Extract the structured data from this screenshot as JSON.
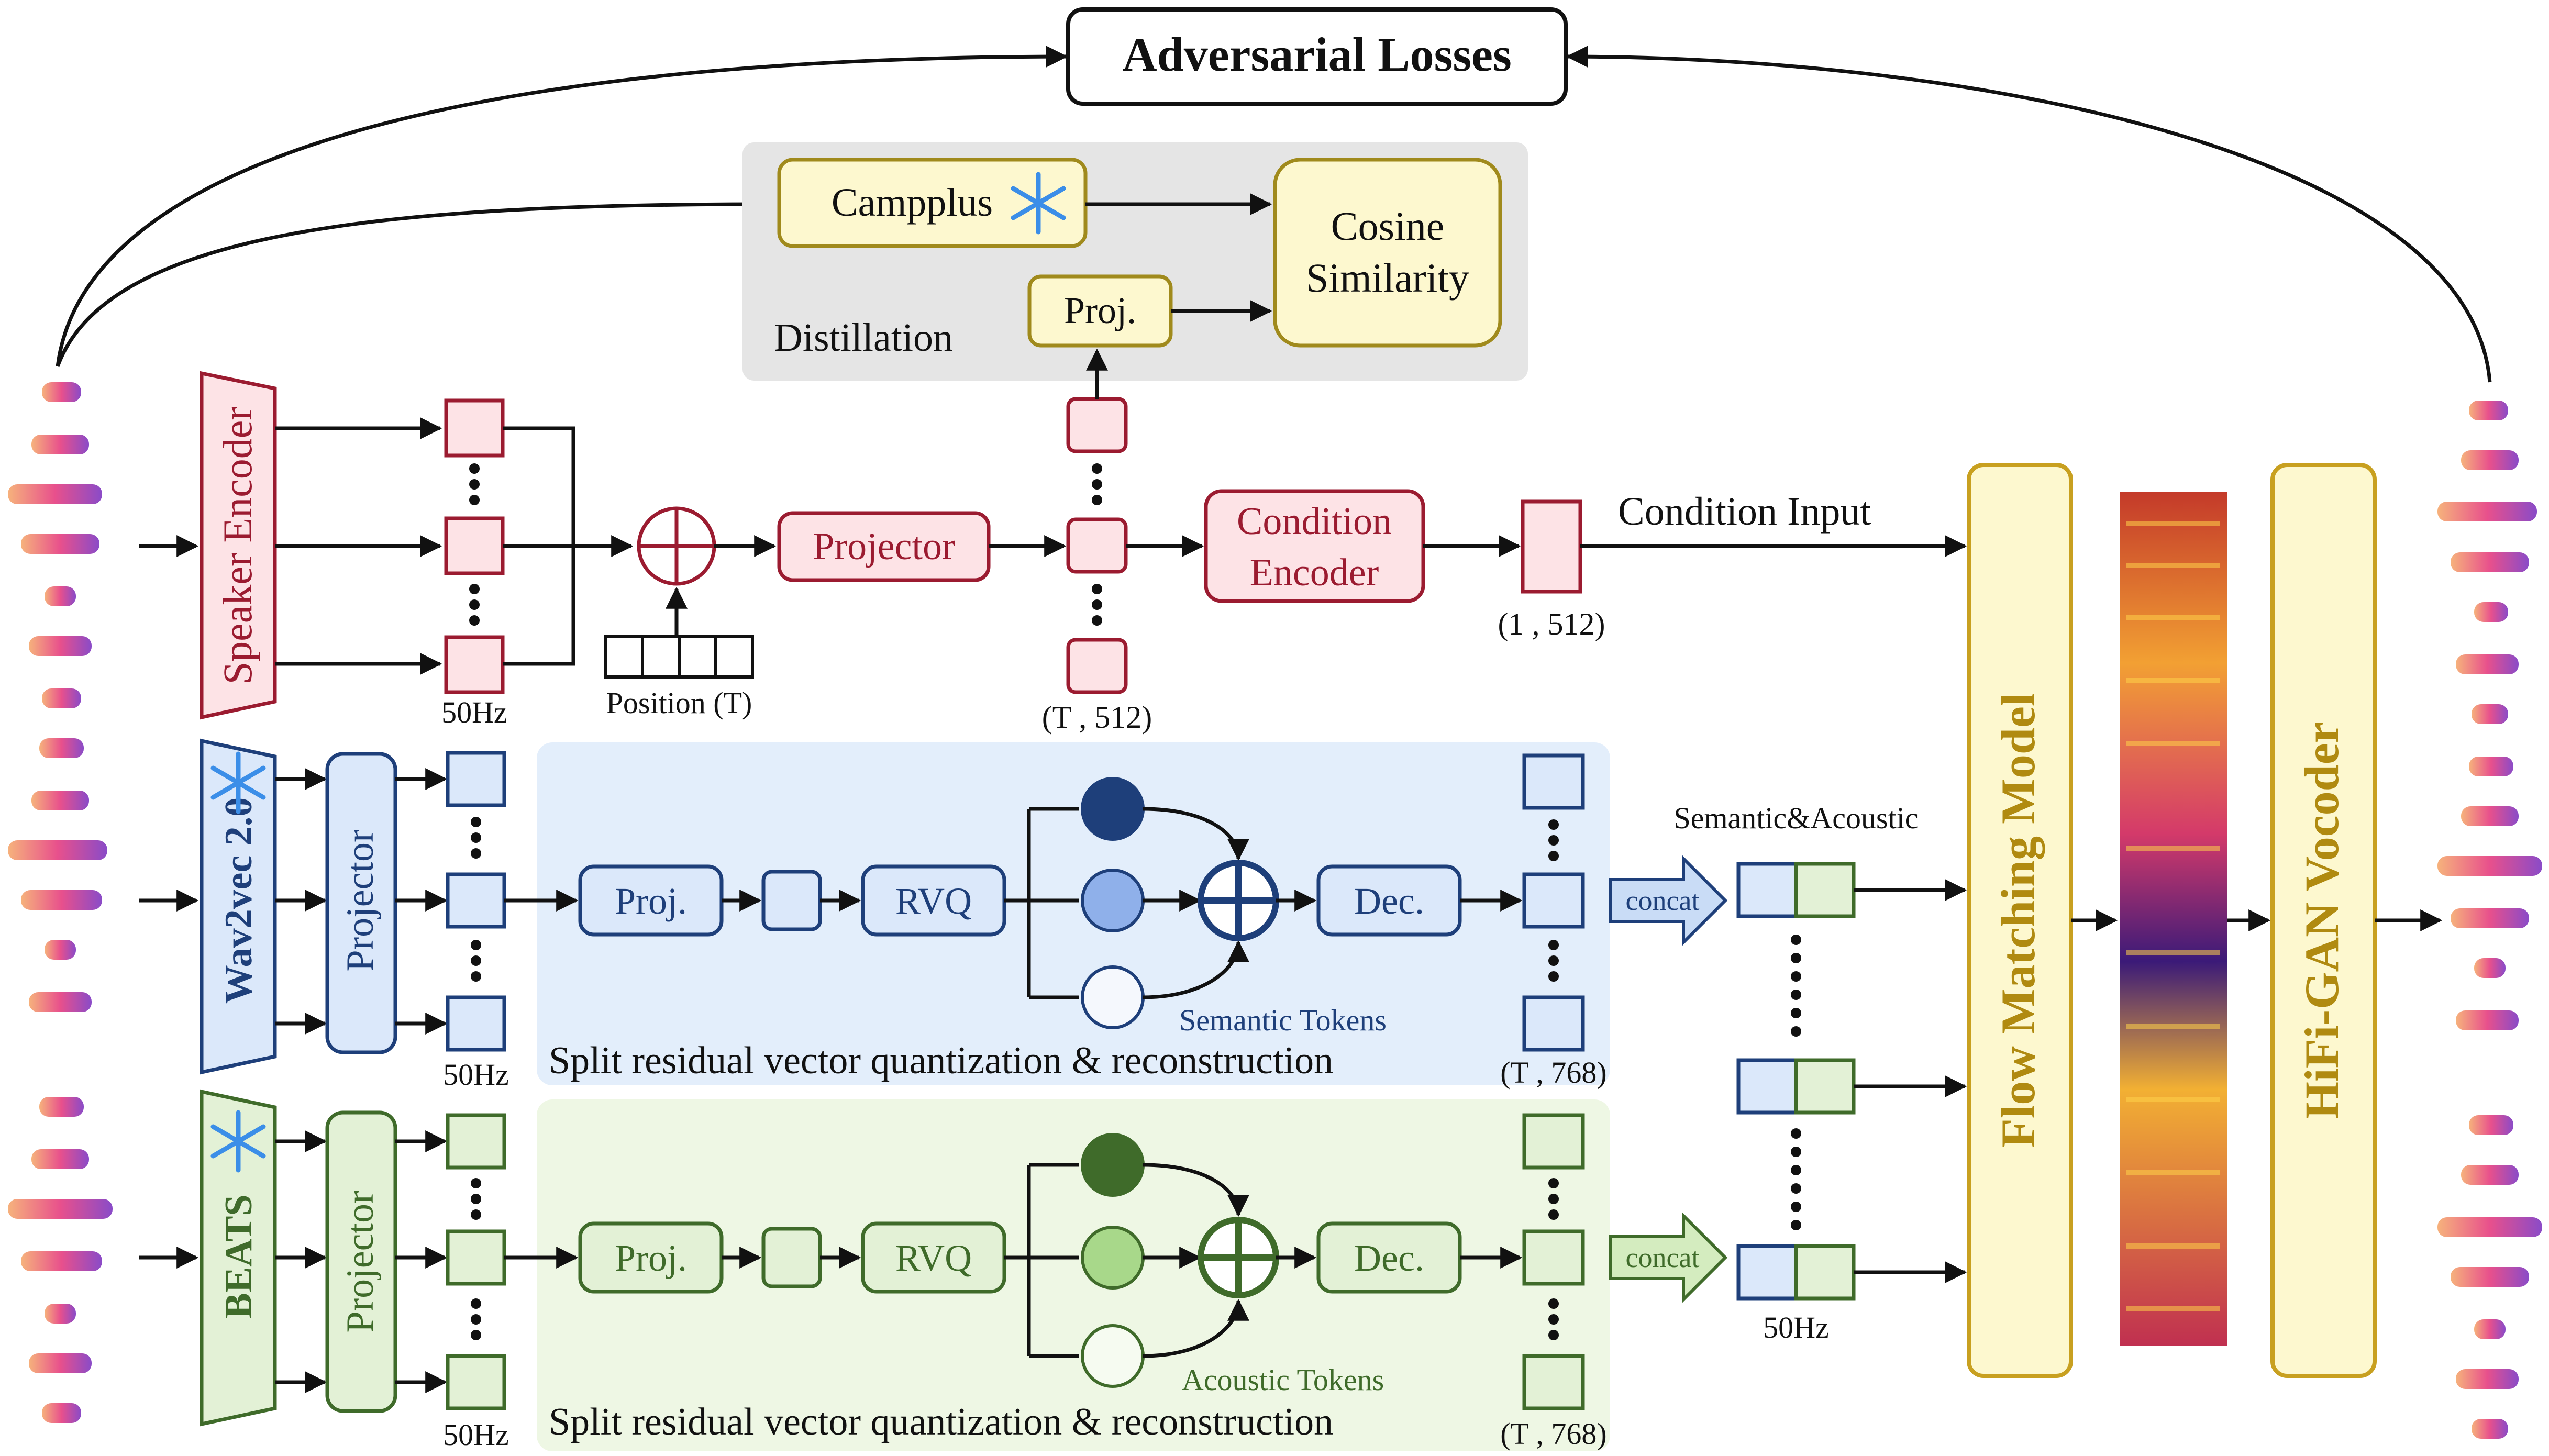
{
  "top": {
    "adversarial": "Adversarial Losses"
  },
  "distill": {
    "campplus": "Campplus",
    "proj": "Proj.",
    "cosine1": "Cosine",
    "cosine2": "Similarity",
    "label": "Distillation"
  },
  "speaker": {
    "encoder": "Speaker Encoder",
    "hz": "50Hz",
    "position": "Position (T)",
    "projector": "Projector",
    "shape": "(T , 512)",
    "cond1": "Condition",
    "cond2": "Encoder",
    "shape2": "(1 , 512)",
    "cond_input": "Condition Input"
  },
  "semantic": {
    "model": "Wav2vec 2.0",
    "projector": "Projector",
    "hz": "50Hz",
    "proj": "Proj.",
    "rvq": "RVQ",
    "dec": "Dec.",
    "tokens": "Semantic Tokens",
    "caption": "Split residual vector quantization & reconstruction",
    "shape": "(T , 768)",
    "concat": "concat",
    "sa": "Semantic&Acoustic"
  },
  "acoustic": {
    "model": "BEATS",
    "projector": "Projector",
    "hz": "50Hz",
    "proj": "Proj.",
    "rvq": "RVQ",
    "dec": "Dec.",
    "tokens": "Acoustic Tokens",
    "caption": "Split residual vector quantization & reconstruction",
    "shape": "(T , 768)",
    "concat": "concat",
    "hz2": "50Hz"
  },
  "right": {
    "flow": "Flow   Matching   Model",
    "vocoder": "HiFi-GAN  Vocoder"
  },
  "colors": {
    "speaker": "#9b1b30",
    "semantic": "#1e3f7a",
    "acoustic": "#3f6b2a",
    "gold": "#c8a020"
  }
}
